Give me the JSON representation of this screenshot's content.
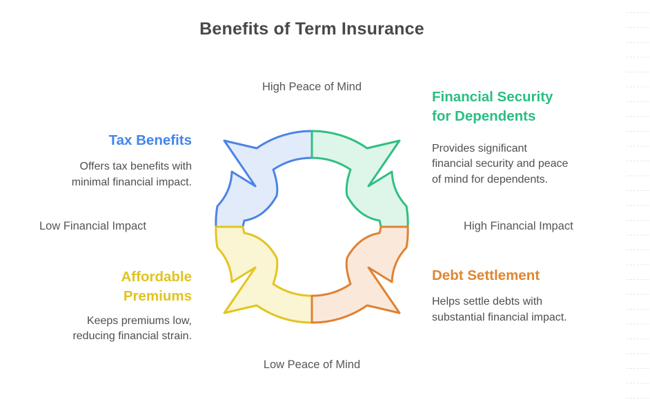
{
  "title": "Benefits of Term Insurance",
  "axis": {
    "top": "High Peace of Mind",
    "bottom": "Low Peace of Mind",
    "left": "Low Financial Impact",
    "right": "High Financial Impact"
  },
  "quadrants": [
    {
      "id": "tax-benefits",
      "position": "top-left",
      "title": "Tax Benefits",
      "description": "Offers tax benefits with\nminimal financial impact.",
      "heading_color": "#4285ec",
      "arc_stroke": "#4c83e6",
      "arc_fill": "#e1ebfa"
    },
    {
      "id": "financial-security-for-dependents",
      "position": "top-right",
      "title": "Financial Security\nfor Dependents",
      "description": "Provides significant\nfinancial security and peace\nof mind for dependents.",
      "heading_color": "#2abe82",
      "arc_stroke": "#30bf81",
      "arc_fill": "#def5e9"
    },
    {
      "id": "affordable-premiums",
      "position": "bottom-left",
      "title": "Affordable\nPremiums",
      "description": "Keeps premiums low,\nreducing financial strain.",
      "heading_color": "#e0c41e",
      "arc_stroke": "#e3c51e",
      "arc_fill": "#faf5d3"
    },
    {
      "id": "debt-settlement",
      "position": "bottom-right",
      "title": "Debt Settlement",
      "description": "Helps settle debts with\nsubstantial financial impact.",
      "heading_color": "#e0862f",
      "arc_stroke": "#df8133",
      "arc_fill": "#fae9da"
    }
  ]
}
